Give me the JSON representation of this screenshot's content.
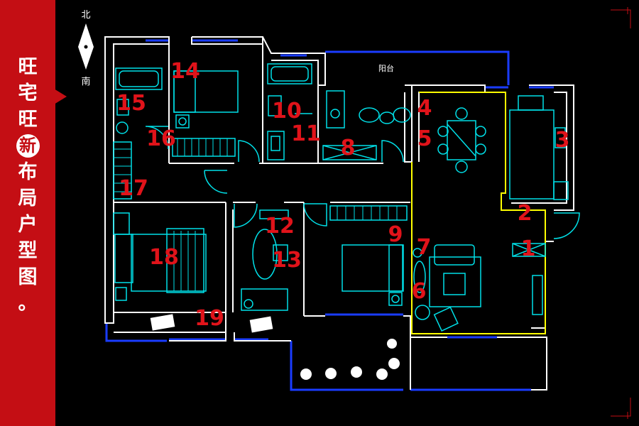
{
  "sidebar": {
    "title_chars": [
      "旺",
      "宅",
      "旺",
      "新",
      "布",
      "局",
      "户",
      "型",
      "图",
      "。"
    ],
    "highlight_index": 3
  },
  "compass": {
    "north": "北",
    "south": "南"
  },
  "balcony_label": "阳台",
  "room_numbers": [
    "1",
    "2",
    "3",
    "4",
    "5",
    "6",
    "7",
    "8",
    "9",
    "10",
    "11",
    "12",
    "13",
    "14",
    "15",
    "16",
    "17",
    "18",
    "19"
  ],
  "colors": {
    "sidebar": "#c40e14",
    "wall": "#ffffff",
    "furniture": "#00e0e8",
    "window": "#1a3cff",
    "highlight": "#ffff00",
    "number": "#e0131a",
    "frame_accent": "#c40e14"
  }
}
